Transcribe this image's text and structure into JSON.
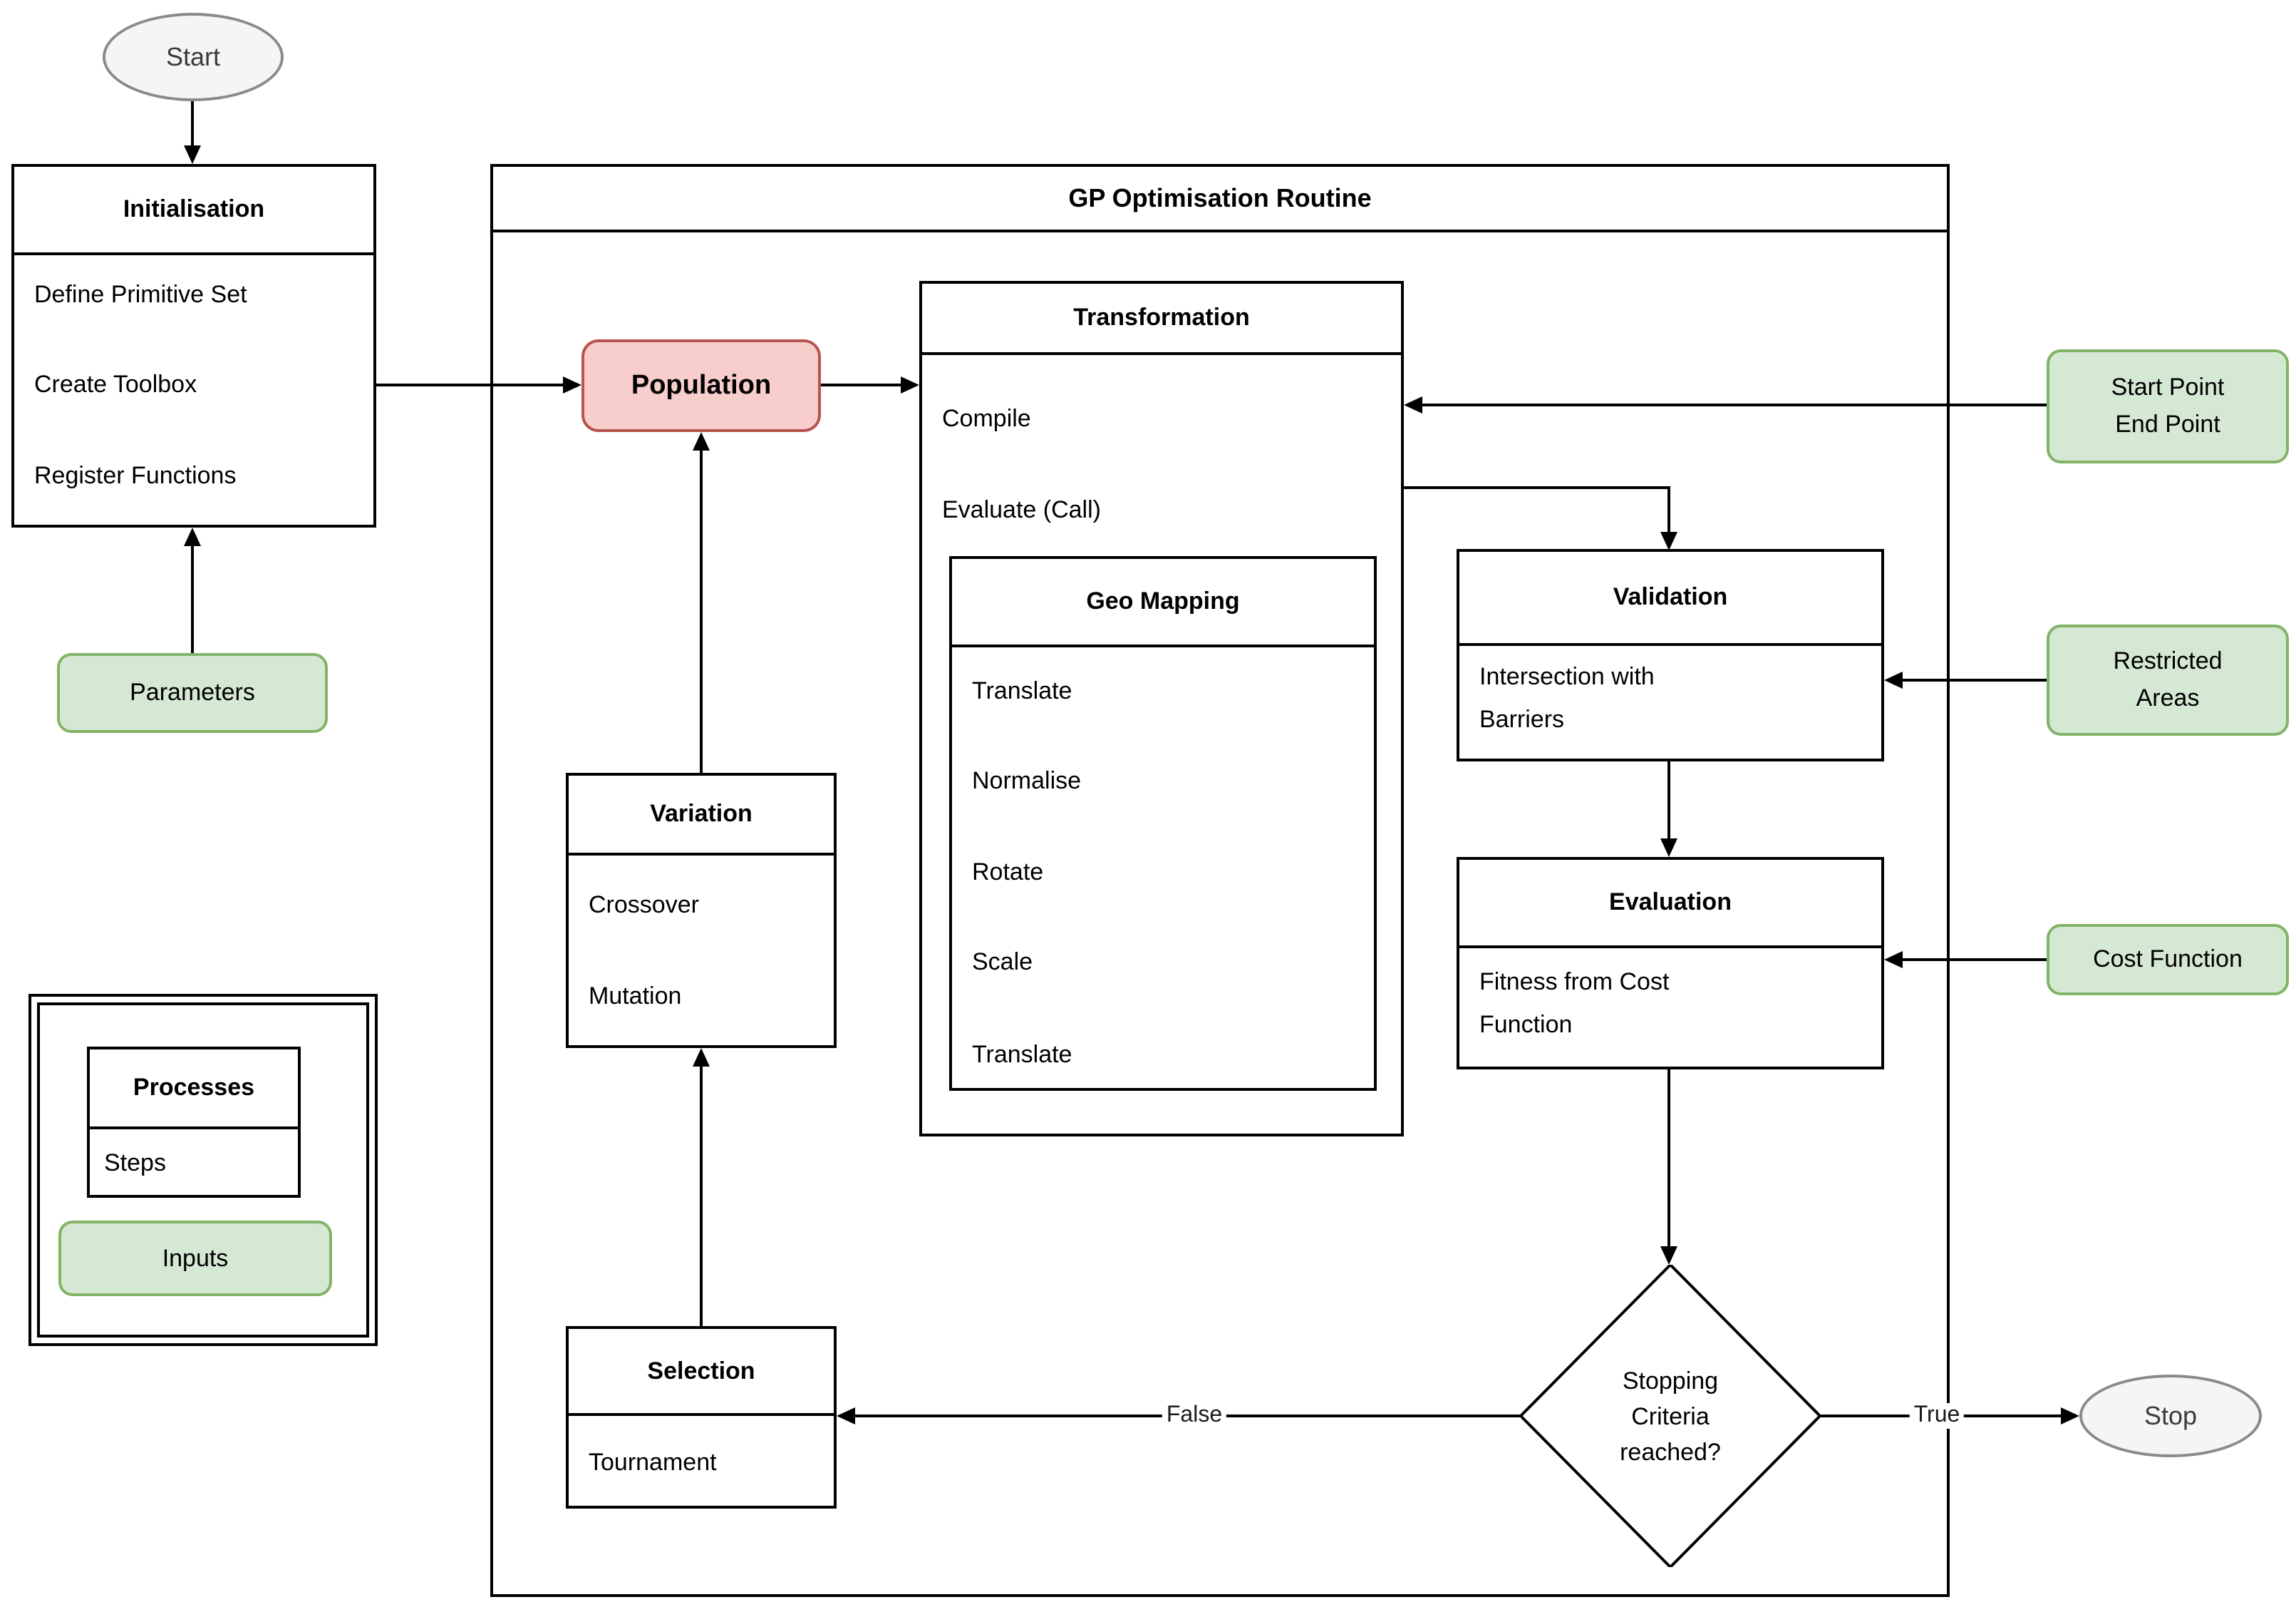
{
  "colors": {
    "input_fill": "#d5e8d4",
    "input_border": "#82b366",
    "population_fill": "#f8cecc",
    "population_border": "#b85450",
    "terminal_fill": "#f5f5f5",
    "terminal_border": "#8a8a8a",
    "line_color": "#000000"
  },
  "nodes": {
    "start": {
      "label": "Start"
    },
    "initialisation": {
      "title": "Initialisation",
      "steps": [
        "Define Primitive Set",
        "Create Toolbox",
        "Register Functions"
      ]
    },
    "parameters": {
      "label": "Parameters"
    },
    "gp_routine": {
      "title": "GP Optimisation Routine"
    },
    "population": {
      "label": "Population"
    },
    "transformation": {
      "title": "Transformation",
      "steps": [
        "Compile",
        "Evaluate (Call)"
      ]
    },
    "geo_mapping": {
      "title": "Geo Mapping",
      "steps": [
        "Translate",
        "Normalise",
        "Rotate",
        "Scale",
        "Translate"
      ]
    },
    "validation": {
      "title": "Validation",
      "body": "Intersection with\nBarriers"
    },
    "evaluation": {
      "title": "Evaluation",
      "body": "Fitness from Cost\nFunction"
    },
    "variation": {
      "title": "Variation",
      "steps": [
        "Crossover",
        "Mutation"
      ]
    },
    "selection": {
      "title": "Selection",
      "body": "Tournament"
    },
    "stopping_criteria": {
      "label": "Stopping\nCriteria\nreached?"
    },
    "stop": {
      "label": "Stop"
    },
    "start_end_point": {
      "label": "Start Point\nEnd Point"
    },
    "restricted_areas": {
      "label": "Restricted\nAreas"
    },
    "cost_function": {
      "label": "Cost Function"
    }
  },
  "edges": {
    "false_label": "False",
    "true_label": "True"
  },
  "legend": {
    "processes": "Processes",
    "steps": "Steps",
    "inputs": "Inputs"
  }
}
